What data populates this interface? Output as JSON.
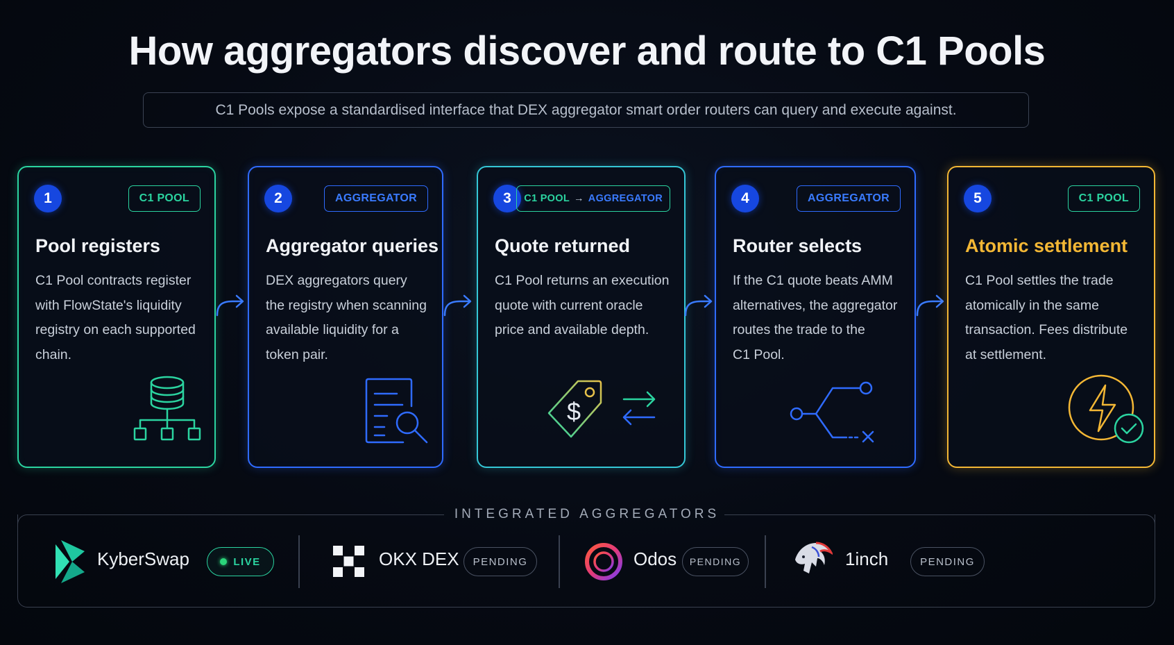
{
  "title": "How aggregators discover and route to C1 Pools",
  "subtitle": "C1 Pools expose a standardised interface that DEX aggregator smart order routers can query and execute against.",
  "steps": [
    {
      "num": "1",
      "badge": "C1 POOL",
      "title": "Pool registers",
      "lines": [
        "C1 Pool contracts register",
        "with FlowState's liquidity",
        "registry on each supported",
        "chain."
      ],
      "icon": "database-network-icon"
    },
    {
      "num": "2",
      "badge": "AGGREGATOR",
      "title": "Aggregator queries",
      "lines": [
        "DEX aggregators query",
        "the registry when scanning",
        "available liquidity for a",
        "token pair."
      ],
      "icon": "document-search-icon"
    },
    {
      "num": "3",
      "badge_from": "C1 POOL",
      "badge_arrow": "→",
      "badge_to": "AGGREGATOR",
      "title": "Quote returned",
      "lines": [
        "C1 Pool returns an execution",
        "quote with current oracle",
        "price and available depth."
      ],
      "icon": "price-tag-exchange-icon"
    },
    {
      "num": "4",
      "badge": "AGGREGATOR",
      "title": "Router selects",
      "lines": [
        "If the C1 quote beats AMM",
        "alternatives, the aggregator",
        "routes the trade to the",
        "C1 Pool."
      ],
      "icon": "route-branch-icon"
    },
    {
      "num": "5",
      "badge": "C1 POOL",
      "title": "Atomic settlement",
      "lines": [
        "C1 Pool settles the trade",
        "atomically in the same",
        "transaction. Fees distribute",
        "at settlement."
      ],
      "icon": "lightning-check-icon"
    }
  ],
  "aggregators_label": "INTEGRATED AGGREGATORS",
  "aggregators": [
    {
      "name": "KyberSwap",
      "status": "LIVE",
      "logo": "kyberswap-logo-icon"
    },
    {
      "name": "OKX DEX",
      "status": "PENDING",
      "logo": "okx-logo-icon"
    },
    {
      "name": "Odos",
      "status": "PENDING",
      "logo": "odos-logo-icon"
    },
    {
      "name": "1inch",
      "status": "PENDING",
      "logo": "1inch-logo-icon"
    }
  ],
  "colors": {
    "green": "#2bd4a0",
    "blue": "#2f6bff",
    "gold": "#f3b735",
    "background": "#060a13"
  }
}
